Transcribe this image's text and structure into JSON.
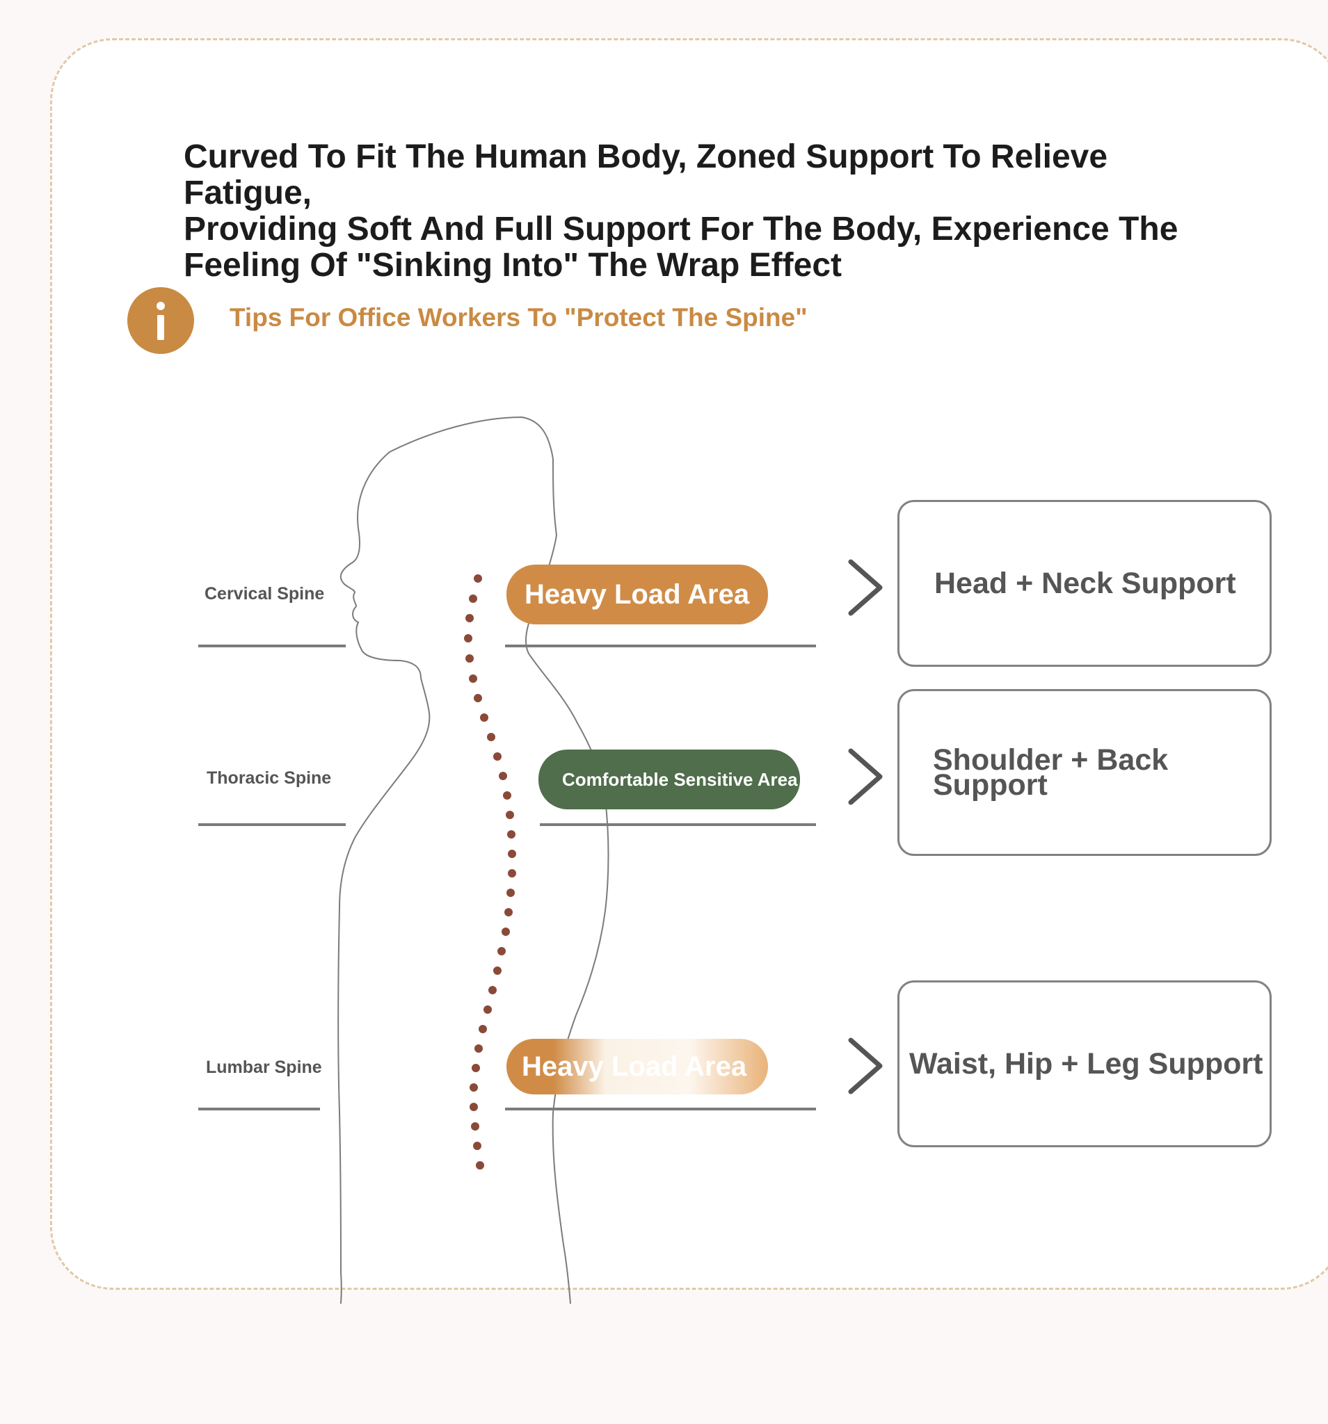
{
  "headline": {
    "line1": "Curved To Fit The Human Body, Zoned Support To Relieve Fatigue,",
    "line2": "Providing Soft And Full Support For The Body, Experience The",
    "line3": "Feeling Of \"Sinking Into\" The Wrap Effect"
  },
  "tip": {
    "icon": "info-icon",
    "text": "Tips For Office Workers To \"Protect The Spine\""
  },
  "spine_sections": [
    {
      "label": "Cervical Spine",
      "zone": "Heavy Load Area",
      "zone_color": "#d08c47",
      "support": "Head + Neck Support"
    },
    {
      "label": "Thoracic Spine",
      "zone": "Comfortable Sensitive Area",
      "zone_color": "#506d4c",
      "support_line1": "Shoulder + Back",
      "support_line2": "Support"
    },
    {
      "label": "Lumbar Spine",
      "zone": "Heavy Load Area",
      "zone_color": "#d08c47",
      "support": "Waist, Hip + Leg Support"
    }
  ],
  "colors": {
    "accent": "#c98a43",
    "spine_dots": "#8a4a38",
    "outline": "#858084"
  }
}
